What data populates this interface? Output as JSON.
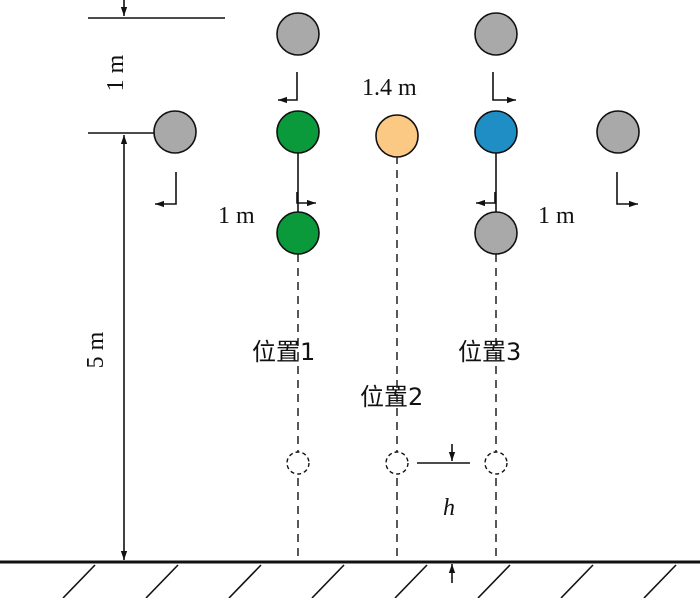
{
  "labels": {
    "top_dim": "1 m",
    "middle_dim": "1.4 m",
    "left_dim": "1 m",
    "right_dim": "1 m",
    "height_dim": "5 m",
    "pos1": "位置1",
    "pos2": "位置2",
    "pos3": "位置3",
    "h": "h"
  },
  "colors": {
    "gray_ball": "#a9a9a9",
    "green_ball": "#0a9a3c",
    "orange_ball": "#fcc985",
    "blue_ball": "#1e8ec4",
    "line": "#111111"
  }
}
